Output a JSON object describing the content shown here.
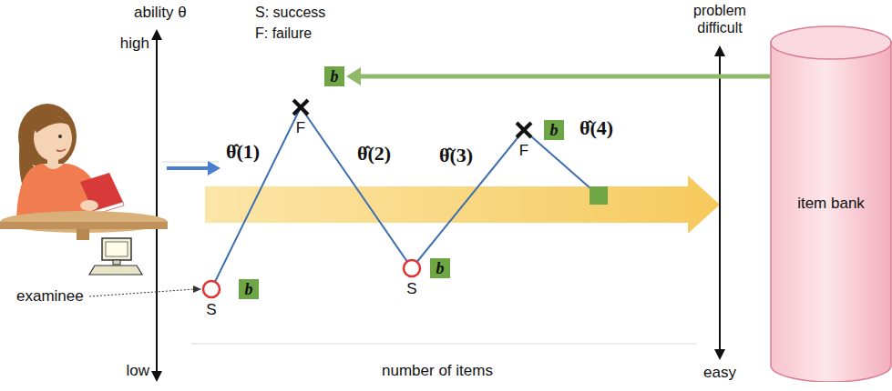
{
  "diagram": {
    "nodes": [
      {
        "text": [
          "b"
        ]
      },
      {
        "text": [
          "b"
        ]
      },
      {
        "text": [
          "b"
        ]
      },
      {
        "text": [
          "b"
        ]
      },
      {
        "text": [
          "item bank"
        ]
      }
    ],
    "edges": [
      {
        "from": 4,
        "to": 1,
        "arrow": "to"
      }
    ],
    "labels": [
      "ability θ",
      "high",
      "S: success",
      "F: failure",
      "problem difficult",
      "θ̂(1)",
      "F",
      "θ̂(2)",
      "θ̂(3)",
      "F",
      "θ̂(4)",
      "examinee",
      "S",
      "S",
      "low",
      "number of items",
      "easy"
    ]
  }
}
